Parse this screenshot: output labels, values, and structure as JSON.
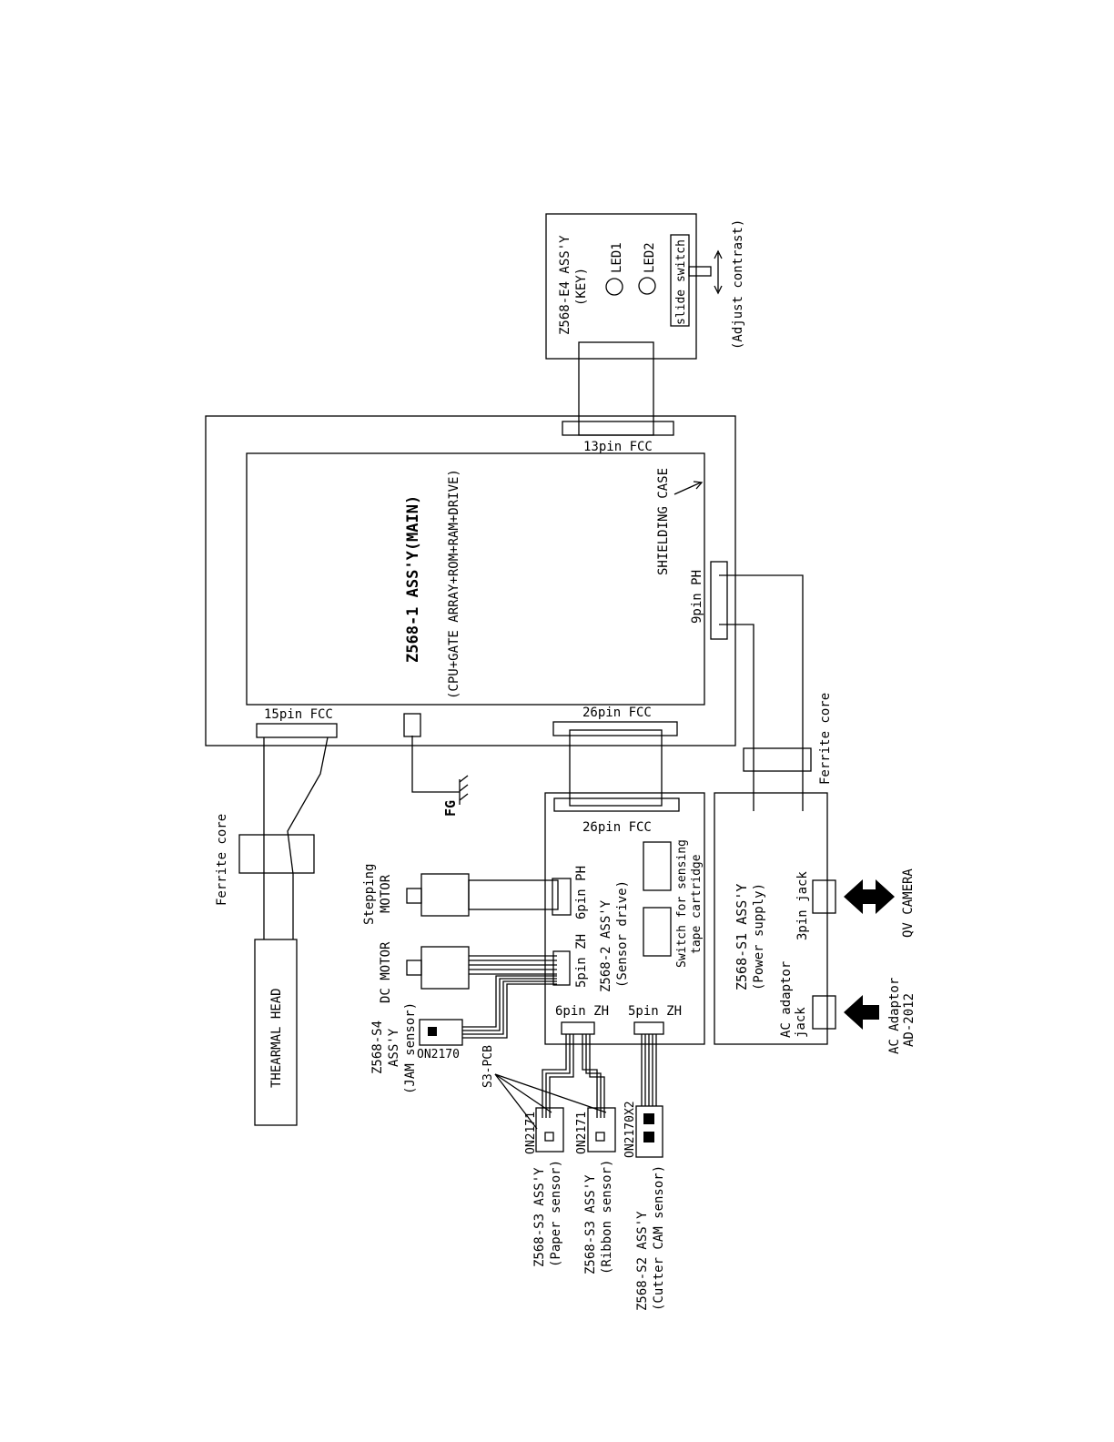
{
  "main": {
    "title": "Z568-1 ASS'Y(MAIN)",
    "subtitle": "(CPU+GATE ARRAY+ROM+RAM+DRIVE)",
    "shielding_case": "SHIELDING CASE",
    "conn_13": "13pin FCC",
    "conn_15": "15pin FCC",
    "conn_26": "26pin FCC",
    "conn_9": "9pin PH"
  },
  "key_board": {
    "title": "Z568-E4 ASS'Y",
    "subtitle": "(KEY)",
    "led1": "LED1",
    "led2": "LED2",
    "slide_switch": "slide switch",
    "adjust": "(Adjust contrast)"
  },
  "sensor_board": {
    "conn_26": "26pin FCC",
    "conn_6ph": "6pin PH",
    "conn_5zh": "5pin ZH",
    "title": "Z568-2 ASS'Y",
    "subtitle": "(Sensor drive)",
    "switch_line1": "Switch for sensing",
    "switch_line2": "tape cartridge",
    "conn_6zh": "6pin ZH",
    "conn_5zh_b": "5pin ZH"
  },
  "power_board": {
    "title": "Z568-S1 ASS'Y",
    "subtitle": "(Power supply)",
    "jack_3pin": "3pin jack",
    "ac_jack_1": "AC adaptor",
    "ac_jack_2": "jack",
    "qv_camera": "QV CAMERA",
    "ac_adaptor_1": "AC Adaptor",
    "ac_adaptor_2": "AD-2012"
  },
  "misc": {
    "ferrite_core_1": "Ferrite core",
    "ferrite_core_2": "Ferrite core",
    "thermal_head": "THEARMAL HEAD",
    "fg": "FG",
    "stepping_1": "Stepping",
    "stepping_2": "MOTOR",
    "dc_motor": "DC MOTOR"
  },
  "sensors": {
    "s4_line1": "Z568-S4",
    "s4_line2": "ASS'Y",
    "s4_line3": "(JAM sensor)",
    "on2170": "ON2170",
    "s3_pcb": "S3-PCB",
    "on2171_a": "ON2171",
    "on2171_b": "ON2171",
    "on2170x2": "ON2170X2",
    "s3_paper_1": "Z568-S3 ASS'Y",
    "s3_paper_2": "(Paper sensor)",
    "s3_ribbon_1": "Z568-S3 ASS'Y",
    "s3_ribbon_2": "(Ribbon sensor)",
    "s2_1": "Z568-S2 ASS'Y",
    "s2_2": "(Cutter CAM sensor)"
  }
}
